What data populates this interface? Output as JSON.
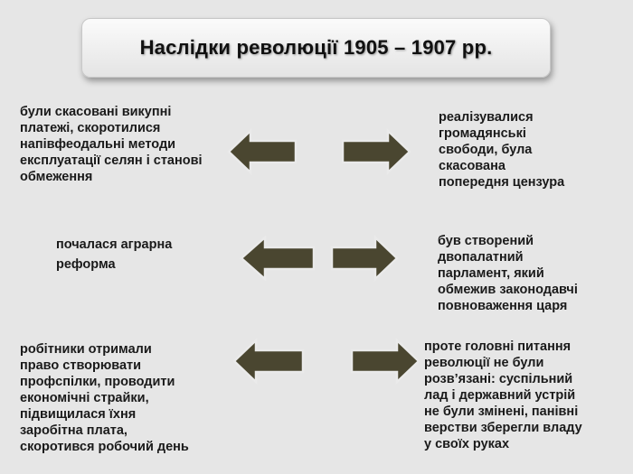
{
  "title": "Наслідки революції 1905 – 1907 рр.",
  "items": {
    "top_left": "були скасовані викупні\nплатежі, скоротилися\nнапівфеодальні методи\nексплуатації селян і станові\nобмеження",
    "top_right": "реалізувалися\nгромадянські\nсвободи, була\nскасована\nпопередня цензура",
    "mid_left": "почалася аграрна\nреформа",
    "mid_right": "був створений\nдвопалатний\nпарламент, який\nобмежив законодавчі\nповноваження царя",
    "bot_left": "робітники отримали\nправо створювати\nпрофспілки, проводити\nекономічні страйки,\nпідвищилася їхня\nзаробітна плата,\nскоротився робочий день",
    "bot_right": "проте головні питання\nреволюції не були\nрозв’язані: суспільний\nлад і державний устрій\nне були змінені, панівні\nверстви зберегли владу\nу своїх руках"
  },
  "colors": {
    "arrow_fill": "#4a4630",
    "arrow_stroke": "#eaeaea",
    "background": "#e6e6e6"
  }
}
